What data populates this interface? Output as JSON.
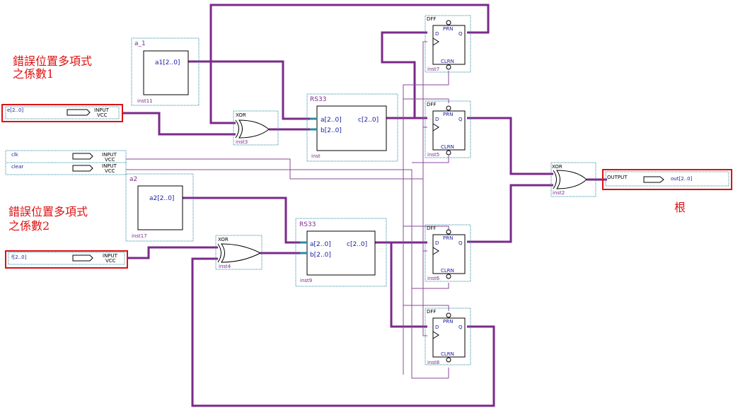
{
  "annotations": {
    "poly1_line1": "錯誤位置多項式",
    "poly1_line2": "之係數1",
    "poly2_line1": "錯誤位置多項式",
    "poly2_line2": "之係數2",
    "root": "根"
  },
  "pins": {
    "e": "e[2..0]",
    "clk": "clk",
    "clear": "clear",
    "f": "f[2..0]",
    "out": "out[2..0]",
    "input_tag": "INPUT",
    "vcc_tag": "VCC",
    "output_tag": "OUTPUT"
  },
  "blocks": {
    "a1": {
      "title": "a_1",
      "port": "a1[2..0]",
      "inst": "inst11"
    },
    "a2": {
      "title": "a2",
      "port": "a2[2..0]",
      "inst": "inst17"
    },
    "rs_top": {
      "title": "RS33",
      "in_a": "a[2..0]",
      "in_b": "b[2..0]",
      "out_c": "c[2..0]",
      "inst": "inst"
    },
    "rs_bot": {
      "title": "RS33",
      "in_a": "a[2..0]",
      "in_b": "b[2..0]",
      "out_c": "c[2..0]",
      "inst": "inst9"
    }
  },
  "gates": {
    "xor_top": {
      "type": "XOR",
      "inst": "inst3"
    },
    "xor_bot": {
      "type": "XOR",
      "inst": "inst4"
    },
    "xor_out": {
      "type": "XOR",
      "inst": "inst2"
    }
  },
  "dff_labels": {
    "type": "DFF",
    "prn": "PRN",
    "clrn": "CLRN",
    "d": "D",
    "q": "Q"
  },
  "flipflops": [
    {
      "inst": "inst7"
    },
    {
      "inst": "inst5"
    },
    {
      "inst": "inst6"
    },
    {
      "inst": "inst8"
    }
  ],
  "colors": {
    "bus": "#7a2a8a",
    "wire": "#8a4a9a",
    "block_border": "#000000",
    "dotted": "#2a8aa0",
    "highlight": "#dd1111",
    "label": "#1a1aa0"
  }
}
